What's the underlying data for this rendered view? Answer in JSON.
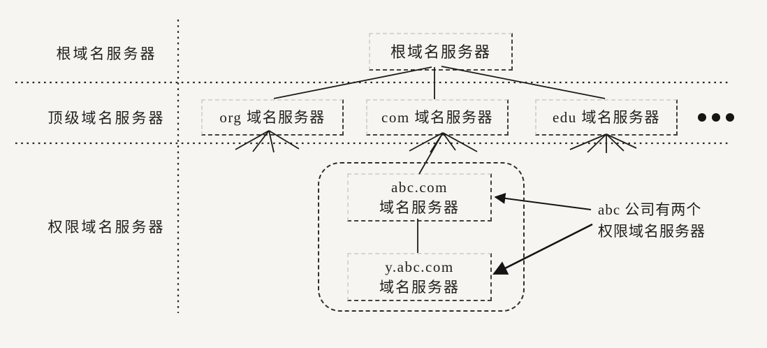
{
  "figure": {
    "background_color": "#f6f5f1",
    "ink_color": "#1f1f1f",
    "description": "DNS name-server hierarchy diagram"
  },
  "row_labels": {
    "root": "根域名服务器",
    "tld": "顶级域名服务器",
    "auth": "权限域名服务器"
  },
  "nodes": {
    "root": {
      "label": "根域名服务器"
    },
    "org": {
      "label": "org 域名服务器"
    },
    "com": {
      "label": "com 域名服务器"
    },
    "edu": {
      "label": "edu 域名服务器"
    },
    "abc": {
      "name": "abc.com",
      "type": "域名服务器"
    },
    "yabc": {
      "name": "y.abc.com",
      "type": "域名服务器"
    }
  },
  "annotation": {
    "line1": "abc 公司有两个",
    "line2": "权限域名服务器"
  },
  "ellipsis": {
    "icon": "more-servers-ellipsis",
    "dot_count": 3
  }
}
